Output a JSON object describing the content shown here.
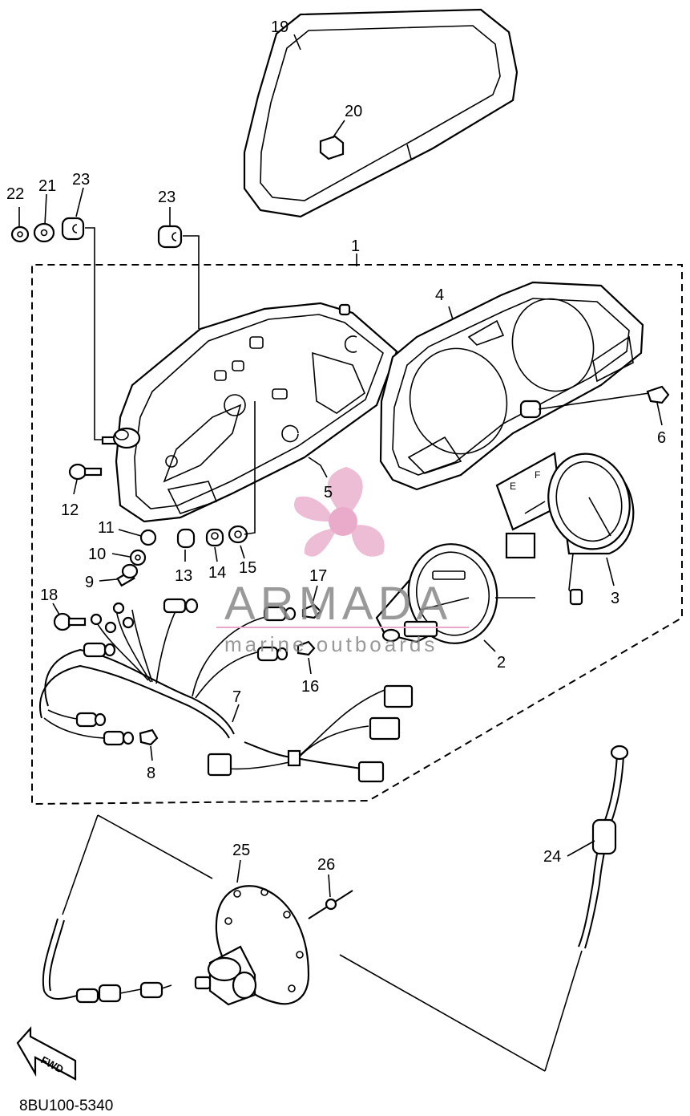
{
  "diagram": {
    "callouts": {
      "c1": "1",
      "c2": "2",
      "c3": "3",
      "c4": "4",
      "c5": "5",
      "c6": "6",
      "c7": "7",
      "c8": "8",
      "c9": "9",
      "c10": "10",
      "c11": "11",
      "c12": "12",
      "c13": "13",
      "c14": "14",
      "c15": "15",
      "c16": "16",
      "c17": "17",
      "c18": "18",
      "c19": "19",
      "c20": "20",
      "c21": "21",
      "c22": "22",
      "c23a": "23",
      "c23b": "23",
      "c24": "24",
      "c25": "25",
      "c26": "26"
    },
    "gauge_letters": {
      "e": "E",
      "f": "F"
    },
    "fwd_label": "FWD",
    "diagram_code": "8BU100-5340"
  },
  "watermark": {
    "title": "ARMADA",
    "subtitle": "marine outboards",
    "colors": {
      "logo_pink": "#e8a6c8",
      "logo_center": "#e48fba",
      "text_gray": "#888888"
    }
  }
}
